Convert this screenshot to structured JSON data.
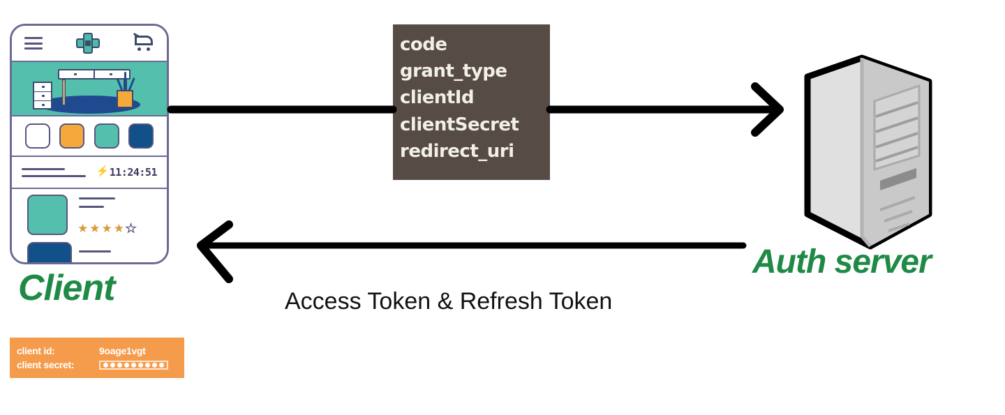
{
  "diagram": {
    "title": "OAuth token exchange between Client and Auth server",
    "accent_green": "#1f8a45",
    "payload_bg": "#564b45",
    "creds_bg": "#f59c4c",
    "arrow_color": "#000000"
  },
  "client": {
    "label": "Client",
    "phone": {
      "header": {
        "menu_icon": "hamburger-icon",
        "logo_icon": "app-logo-icon",
        "cart_icon": "shopping-cart-icon"
      },
      "banner_alt": "furniture-illustration",
      "swatches": [
        {
          "name": "white",
          "color": "#ffffff"
        },
        {
          "name": "orange",
          "color": "#f5a93a"
        },
        {
          "name": "teal",
          "color": "#55bfae"
        },
        {
          "name": "blue",
          "color": "#12508a"
        }
      ],
      "timer": {
        "icon": "flash-icon",
        "value": "11:24:51"
      },
      "product": {
        "rating_filled": 4,
        "rating_total": 5,
        "thumb_color": "#55bfae",
        "thumb2_color": "#12508a"
      }
    }
  },
  "credentials": {
    "client_id_label": "client id:",
    "client_id_value": "9oage1vgt",
    "client_secret_label": "client secret:",
    "client_secret_masked_count": 9
  },
  "payload": {
    "lines": [
      "code",
      "grant_type",
      "clientId",
      "clientSecret",
      "redirect_uri"
    ]
  },
  "auth_server": {
    "label": "Auth server",
    "icon": "server-tower-icon"
  },
  "flows": {
    "request_arrow": "client-to-auth-server-request",
    "response_arrow": "auth-server-to-client-response",
    "response_label": "Access Token & Refresh Token"
  }
}
